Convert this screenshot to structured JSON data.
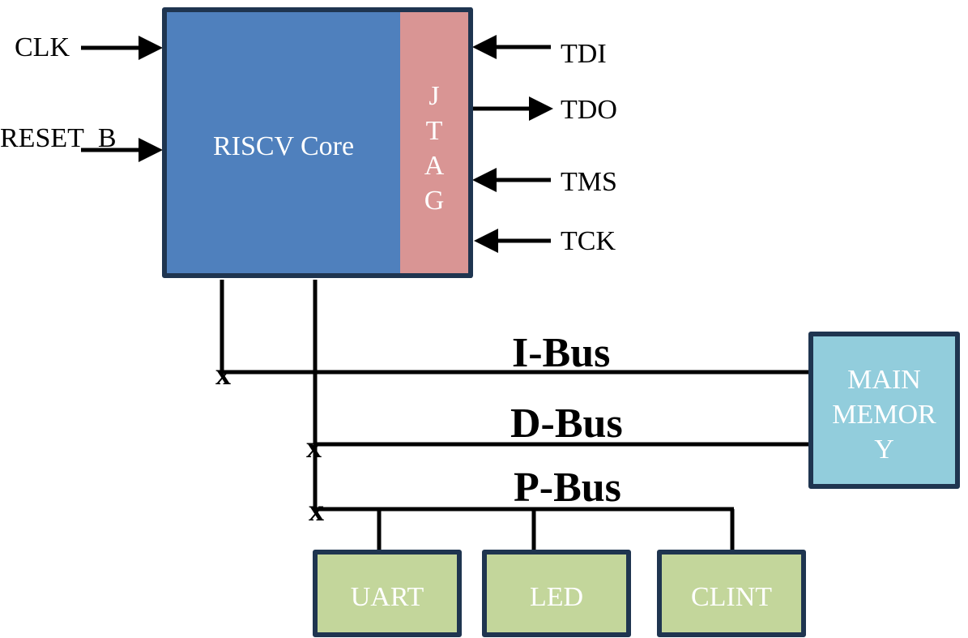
{
  "diagram": {
    "core": {
      "label": "RISCV Core",
      "fill": "#4f80bd"
    },
    "jtag": {
      "letters": [
        "J",
        "T",
        "A",
        "G"
      ],
      "fill": "#d99594"
    },
    "inputs_left": [
      {
        "label": "CLK",
        "direction": "in"
      },
      {
        "label": "RESET_B",
        "direction": "in"
      }
    ],
    "jtag_signals": [
      {
        "label": "TDI",
        "direction": "in"
      },
      {
        "label": "TDO",
        "direction": "out"
      },
      {
        "label": "TMS",
        "direction": "in"
      },
      {
        "label": "TCK",
        "direction": "in"
      }
    ],
    "buses": [
      {
        "label": "I-Bus",
        "marker": "x"
      },
      {
        "label": "D-Bus",
        "marker": "x"
      },
      {
        "label": "P-Bus",
        "marker": "x"
      }
    ],
    "memory": {
      "lines": [
        "MAIN",
        "MEMOR",
        "Y"
      ],
      "fill": "#92cddc"
    },
    "peripherals": [
      {
        "label": "UART"
      },
      {
        "label": "LED"
      },
      {
        "label": "CLINT"
      }
    ],
    "colors": {
      "border": "#1f3550",
      "peripheral_fill": "#c3d69b",
      "wire": "#000000"
    }
  }
}
